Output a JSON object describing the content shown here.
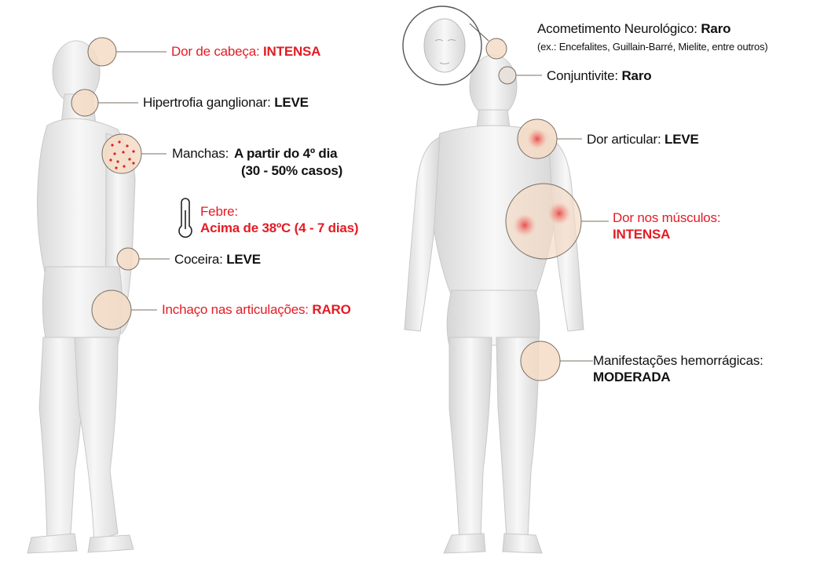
{
  "left_figure": {
    "head_pain": {
      "label": "Dor de cabeça:",
      "value": "INTENSA"
    },
    "lymph": {
      "label": "Hipertrofia ganglionar:",
      "value": "LEVE"
    },
    "rash": {
      "label": "Manchas:",
      "value_line1": "A partir do 4º dia",
      "value_line2": "(30 - 50% casos)"
    },
    "fever": {
      "label": "Febre:",
      "value": "Acima de 38ºC (4 - 7 dias)"
    },
    "itch": {
      "label": "Coceira:",
      "value": "LEVE"
    },
    "joint_swelling": {
      "label": "Inchaço nas articulações:",
      "value": "RARO"
    }
  },
  "right_figure": {
    "neuro": {
      "label": "Acometimento Neurológico:",
      "value": "Raro",
      "note": "(ex.: Encefalites, Guillain-Barré, Mielite, entre outros)"
    },
    "conjunctivitis": {
      "label": "Conjuntivite:",
      "value": "Raro"
    },
    "joint_pain": {
      "label": "Dor articular:",
      "value": "LEVE"
    },
    "muscle_pain": {
      "label": "Dor nos músculos:",
      "value": "INTENSA"
    },
    "hemorrhagic": {
      "label": "Manifestações hemorrágicas:",
      "value": "MODERADA"
    }
  },
  "colors": {
    "accent_red": "#e31c24",
    "text": "#111111",
    "marker_fill": "#f3dcc6",
    "marker_stroke": "#9a8a7a",
    "body": "#eeeeee"
  }
}
